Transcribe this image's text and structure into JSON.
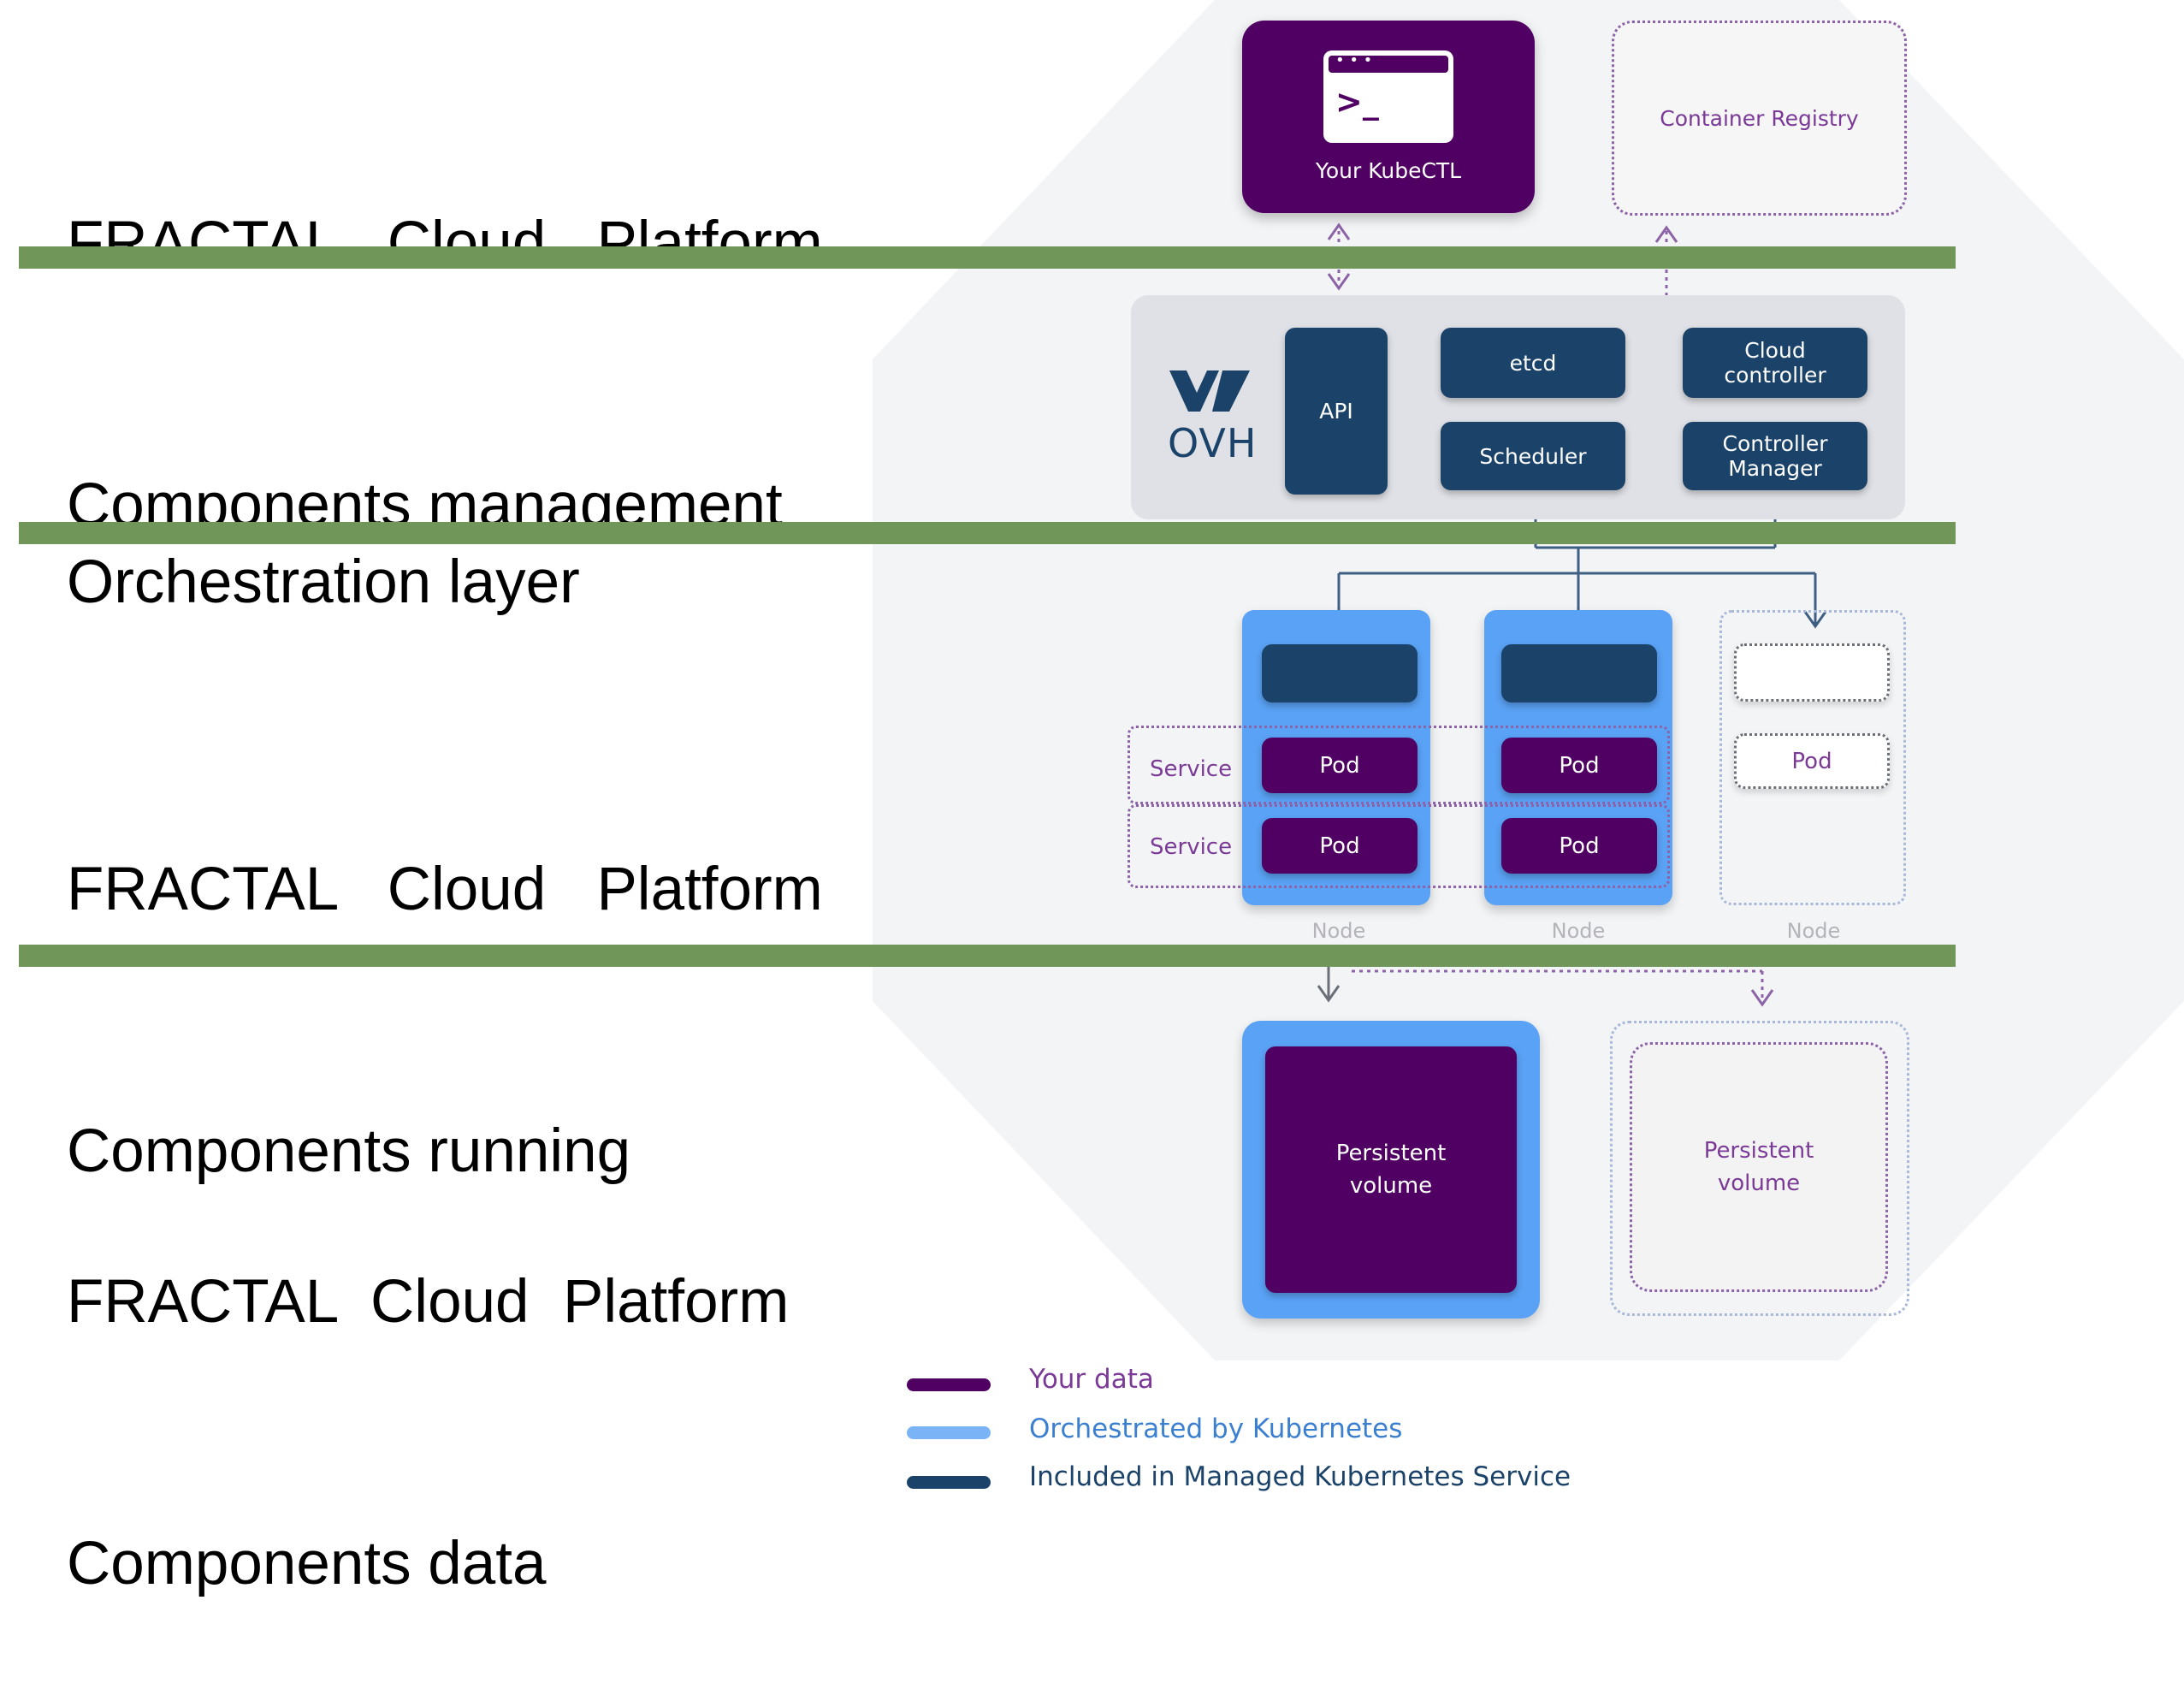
{
  "layers": {
    "management": [
      "FRACTAL   Cloud   Platform",
      "Components management"
    ],
    "orchestration": [
      "Orchestration layer"
    ],
    "running": [
      "FRACTAL   Cloud   Platform",
      "Components running"
    ],
    "data": [
      "FRACTAL  Cloud  Platform",
      "Components data"
    ]
  },
  "diagram": {
    "kubectl": "Your KubeCTL",
    "terminal_prompt": ">_",
    "registry": "Container Registry",
    "ovh_logo_text": "OVH",
    "api": "API",
    "etcd": "etcd",
    "scheduler": "Scheduler",
    "cloud_controller": [
      "Cloud",
      "controller"
    ],
    "controller_manager": [
      "Controller",
      "Manager"
    ],
    "pod": "Pod",
    "service": "Service",
    "node": "Node",
    "persistent_volume": [
      "Persistent",
      "volume"
    ]
  },
  "legend": [
    {
      "label": "Your data",
      "color": "#4f0062",
      "text_color": "#7a3a96"
    },
    {
      "label": "Orchestrated by Kubernetes",
      "color": "#5aa2f5",
      "text_color": "#3a7fd0"
    },
    {
      "label": "Included in Managed Kubernetes Service",
      "color": "#1b4369",
      "text_color": "#1b4369"
    }
  ],
  "colors": {
    "band": "#70965a",
    "your_data": "#4f0062",
    "orchestrated": "#5aa2f5",
    "managed": "#1b4369"
  }
}
